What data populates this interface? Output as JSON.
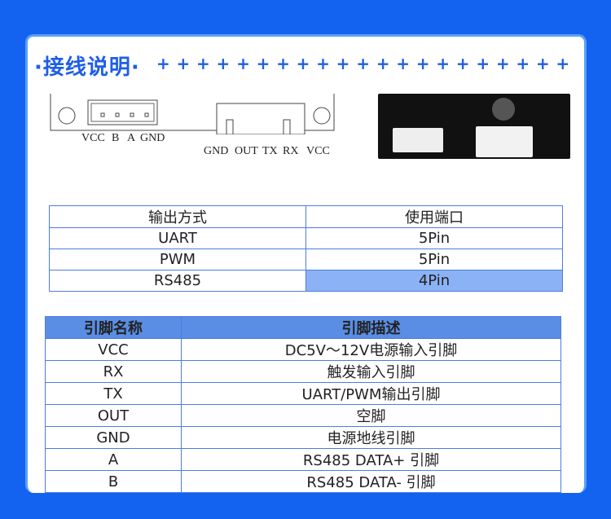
{
  "section_title": "·接线说明·",
  "plus_row": "+ + + + + + + + + + + + + + + + + + + + +",
  "diagram": {
    "left_pins": [
      "VCC",
      "B",
      "A",
      "GND"
    ],
    "right_pins": [
      "GND",
      "OUT",
      "TX",
      "RX",
      "VCC"
    ]
  },
  "mode_table": {
    "headers": [
      "输出方式",
      "使用端口"
    ],
    "rows": [
      [
        "UART",
        "5Pin"
      ],
      [
        "PWM",
        "5Pin"
      ],
      [
        "RS485",
        "4Pin"
      ]
    ],
    "highlight_color": "#8cb2f6"
  },
  "pin_table": {
    "headers": [
      "引脚名称",
      "引脚描述"
    ],
    "rows": [
      [
        "VCC",
        "DC5V～12V电源输入引脚"
      ],
      [
        "RX",
        "触发输入引脚"
      ],
      [
        "TX",
        "UART/PWM输出引脚"
      ],
      [
        "OUT",
        "空脚"
      ],
      [
        "GND",
        "电源地线引脚"
      ],
      [
        "A",
        "RS485 DATA+ 引脚"
      ],
      [
        "B",
        "RS485 DATA- 引脚"
      ]
    ]
  }
}
